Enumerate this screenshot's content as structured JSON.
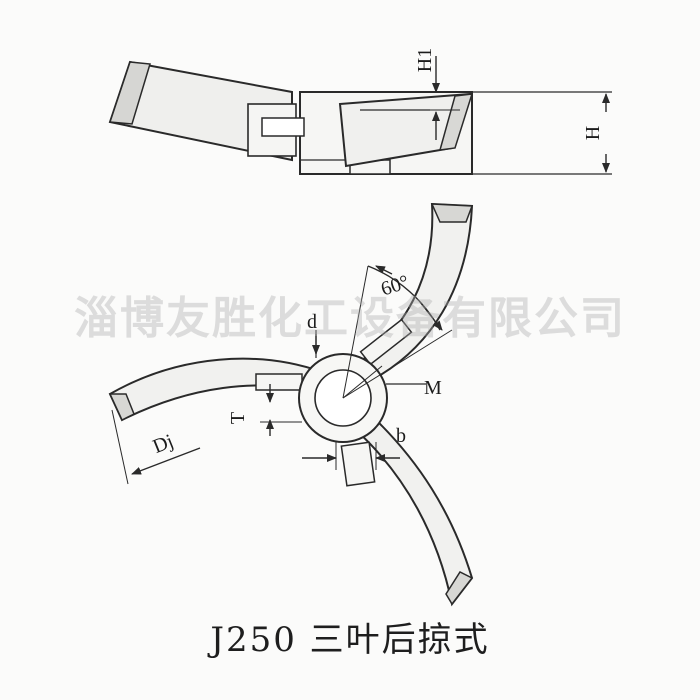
{
  "watermark": "淄博友胜化工设备有限公司",
  "caption": "J250  三叶后掠式",
  "labels": {
    "h1": "H1",
    "h": "H",
    "angle": "60°",
    "d": "d",
    "m": "M",
    "t": "T",
    "b": "b",
    "dj": "Dj"
  },
  "colors": {
    "line": "#2a2a2a",
    "blade_fill": "#f3f3f1",
    "blade_top": "#d9d9d6",
    "watermark": "#aaaaaa"
  }
}
